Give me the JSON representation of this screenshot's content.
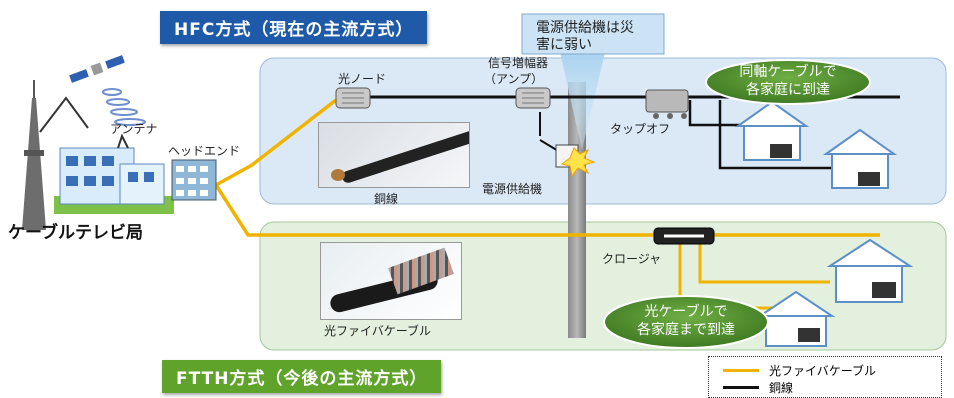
{
  "headers": {
    "hfc": "HFC方式（現在の主流方式）",
    "ftth": "FTTH方式（今後の主流方式）"
  },
  "callout": {
    "power_vulnerable_line1": "電源供給機は災",
    "power_vulnerable_line2": "害に弱い"
  },
  "station": {
    "name": "ケーブルテレビ局",
    "antenna": "アンテナ",
    "headend": "ヘッドエンド"
  },
  "hfc": {
    "optical_node": "光ノード",
    "amplifier_line1": "信号増幅器",
    "amplifier_line2": "（アンプ）",
    "tap_off": "タップオフ",
    "power_supply": "電源供給機",
    "coax_photo_caption": "銅線",
    "bubble_line1": "同軸ケーブルで",
    "bubble_line2": "各家庭に到達"
  },
  "ftth": {
    "closure": "クロージャ",
    "fiber_photo_caption": "光ファイバケーブル",
    "bubble_line1": "光ケーブルで",
    "bubble_line2": "各家庭まで到達"
  },
  "legend": {
    "fiber": "光ファイバケーブル",
    "copper": "銅線"
  },
  "colors": {
    "fiber": "#f0b400",
    "copper": "#111111",
    "hfc_panel": "#dbe8f5",
    "ftth_panel": "#e3f0de",
    "header_blue": "#1f5aa8",
    "header_green": "#5fa32a",
    "bubble_green": "#4a8a2a"
  }
}
